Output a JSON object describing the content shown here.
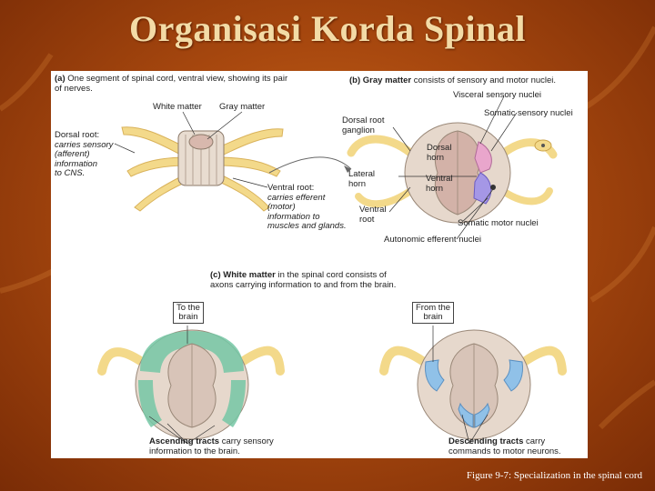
{
  "slide": {
    "title": "Organisasi Korda Spinal",
    "caption": "Figure 9-7: Specialization in the spinal cord"
  },
  "panel_a": {
    "heading_letter": "(a)",
    "heading_text": "One segment of spinal cord, ventral view, showing its pair of nerves.",
    "white_matter": "White matter",
    "gray_matter": "Gray matter",
    "dorsal_root_title": "Dorsal root:",
    "dorsal_root_lines": [
      "carries sensory",
      "(afferent)",
      "information",
      "to CNS."
    ],
    "ventral_root_title": "Ventral root:",
    "ventral_root_lines": [
      "carries efferent",
      "(motor)",
      "information to",
      "muscles and glands."
    ]
  },
  "panel_b": {
    "heading_letter": "(b)",
    "heading_bold": "Gray matter",
    "heading_rest": "consists of sensory and motor nuclei.",
    "visceral_sensory": "Visceral sensory nuclei",
    "somatic_sensory": "Somatic sensory nuclei",
    "dorsal_root_ganglion": [
      "Dorsal root",
      "ganglion"
    ],
    "dorsal_horn": [
      "Dorsal",
      "horn"
    ],
    "lateral_horn": [
      "Lateral",
      "horn"
    ],
    "ventral_horn": [
      "Ventral",
      "horn"
    ],
    "ventral_root": [
      "Ventral",
      "root"
    ],
    "somatic_motor": "Somatic motor nuclei",
    "autonomic_efferent": "Autonomic efferent nuclei"
  },
  "panel_c": {
    "heading_letter": "(c)",
    "heading_bold": "White matter",
    "heading_rest": "in the spinal cord consists of",
    "heading_line2": "axons carrying information to and from the brain.",
    "to_brain": [
      "To the",
      "brain"
    ],
    "from_brain": [
      "From the",
      "brain"
    ],
    "ascending_bold": "Ascending tracts",
    "ascending_rest": "carry sensory",
    "ascending_line2": "information to the brain.",
    "descending_bold": "Descending tracts",
    "descending_rest": "carry",
    "descending_line2": "commands to motor neurons."
  },
  "colors": {
    "background": "#a9490f",
    "title_text": "#f3dba6",
    "nerve_yellow": "#f3d98a",
    "cord_gray": "#e6d8cc",
    "gray_matter_pink": "#c8a59c",
    "ascending_green": "#74c7a5",
    "descending_blue": "#90c1e8",
    "sensory_pink": "#e9a6cc",
    "motor_purple": "#a597e6"
  }
}
